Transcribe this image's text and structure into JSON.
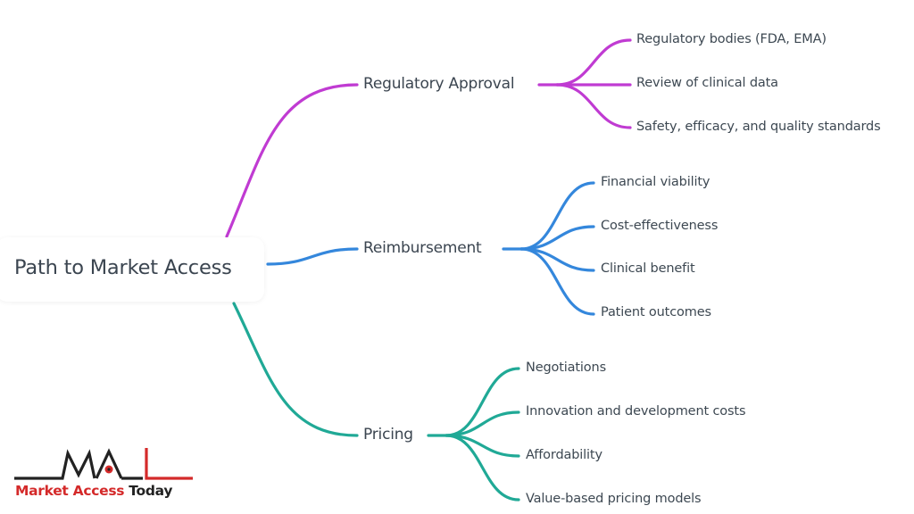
{
  "root": {
    "label": "Path to Market Access"
  },
  "branches": [
    {
      "label": "Regulatory Approval",
      "color": "#c03bd2",
      "children": [
        {
          "label": "Regulatory bodies (FDA, EMA)"
        },
        {
          "label": "Review of clinical data"
        },
        {
          "label": "Safety, efficacy, and quality standards"
        }
      ]
    },
    {
      "label": "Reimbursement",
      "color": "#3487dc",
      "children": [
        {
          "label": "Financial viability"
        },
        {
          "label": "Cost-effectiveness"
        },
        {
          "label": "Clinical benefit"
        },
        {
          "label": "Patient outcomes"
        }
      ]
    },
    {
      "label": "Pricing",
      "color": "#20a996",
      "children": [
        {
          "label": "Negotiations"
        },
        {
          "label": "Innovation and development costs"
        },
        {
          "label": "Affordability"
        },
        {
          "label": "Value-based pricing models"
        }
      ]
    }
  ],
  "logo": {
    "monogram": "MAL",
    "name_red": "Market Access",
    "name_dark": "Today",
    "red_color": "#d42a2a",
    "dark_color": "#222222"
  }
}
